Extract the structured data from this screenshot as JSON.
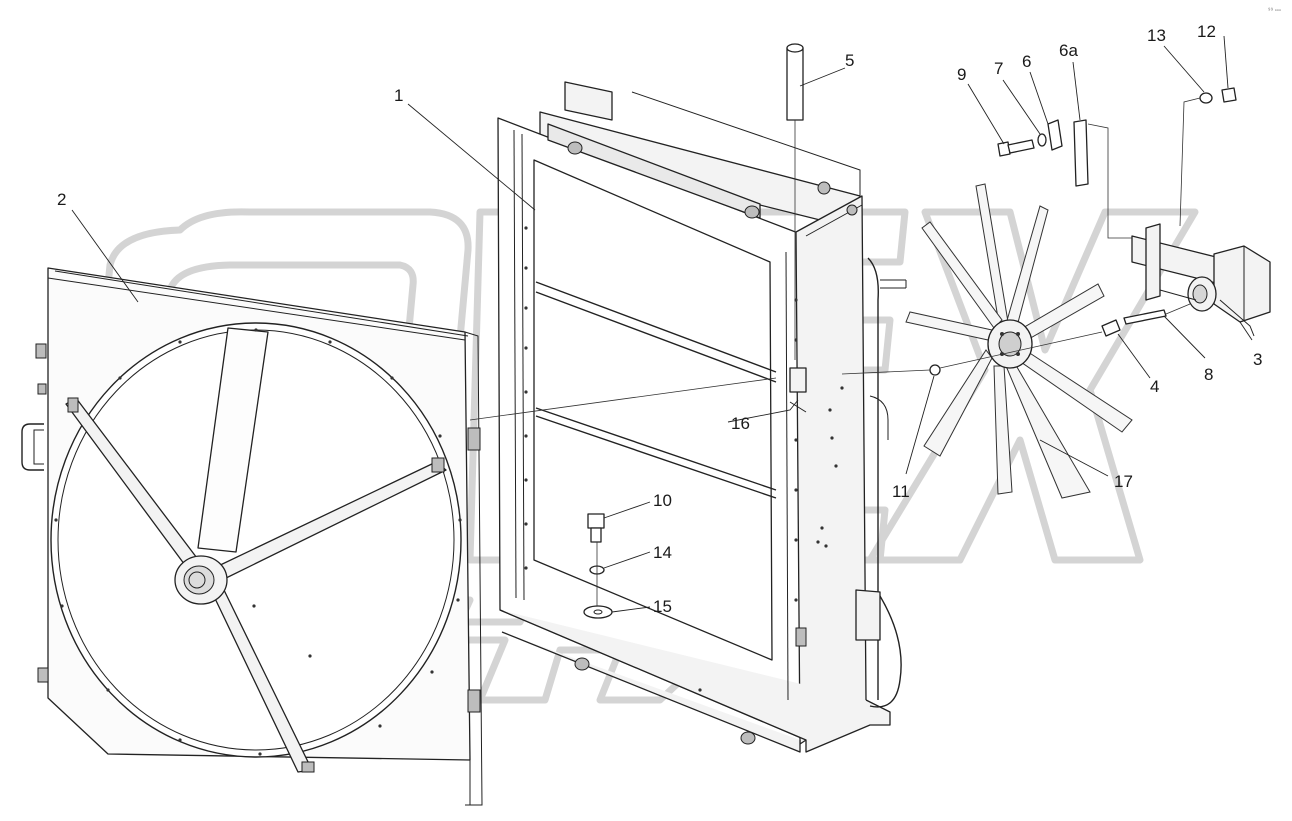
{
  "diagram": {
    "corner_mark": "⁹⁹ ▫▫▫",
    "callouts": [
      {
        "id": "c1",
        "text": "1"
      },
      {
        "id": "c2",
        "text": "2"
      },
      {
        "id": "c3",
        "text": "3"
      },
      {
        "id": "c4",
        "text": "4"
      },
      {
        "id": "c5",
        "text": "5"
      },
      {
        "id": "c6",
        "text": "6"
      },
      {
        "id": "c6a",
        "text": "6а"
      },
      {
        "id": "c7",
        "text": "7"
      },
      {
        "id": "c8",
        "text": "8"
      },
      {
        "id": "c9",
        "text": "9"
      },
      {
        "id": "c10",
        "text": "10"
      },
      {
        "id": "c11",
        "text": "11"
      },
      {
        "id": "c12",
        "text": "12"
      },
      {
        "id": "c13",
        "text": "13"
      },
      {
        "id": "c14",
        "text": "14"
      },
      {
        "id": "c15",
        "text": "15"
      },
      {
        "id": "c16",
        "text": "16"
      },
      {
        "id": "c17",
        "text": "17"
      }
    ]
  }
}
